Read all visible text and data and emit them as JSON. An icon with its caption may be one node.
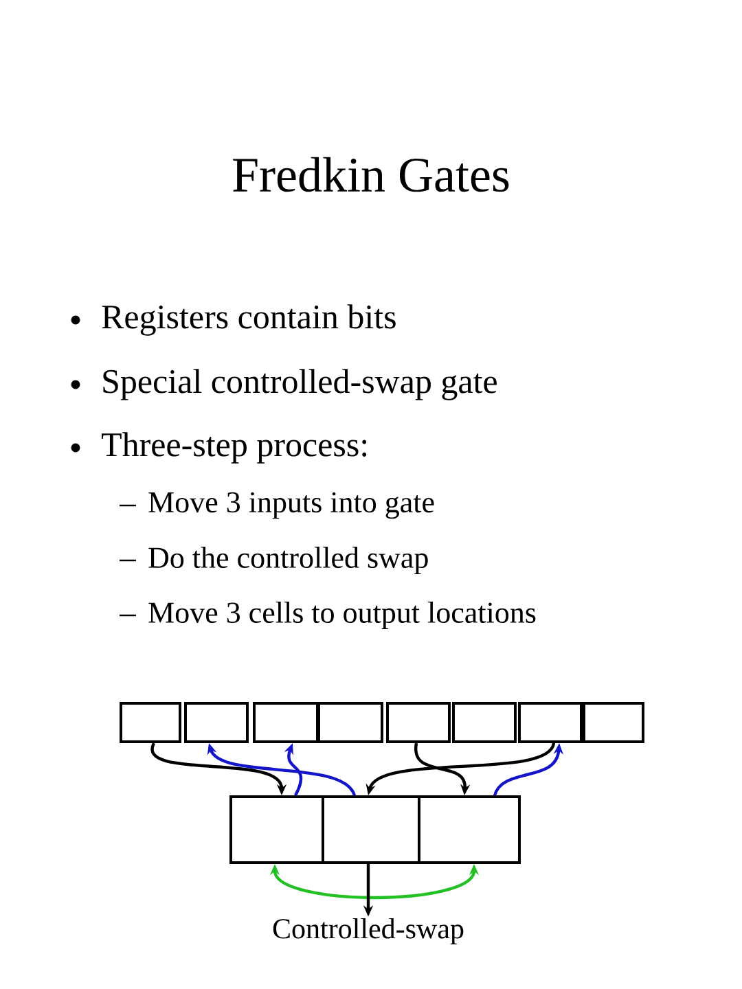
{
  "diagram": {
    "title": "Fredkin Gates",
    "nodes": [
      {
        "text": [],
        "shape": "box"
      },
      {
        "text": [],
        "shape": "box"
      },
      {
        "text": [],
        "shape": "box"
      },
      {
        "text": [],
        "shape": "box"
      },
      {
        "text": [],
        "shape": "box"
      },
      {
        "text": [],
        "shape": "box"
      },
      {
        "text": [],
        "shape": "box"
      },
      {
        "text": [],
        "shape": "box"
      },
      {
        "text": [],
        "shape": "box"
      },
      {
        "text": [],
        "shape": "box"
      },
      {
        "text": [],
        "shape": "box"
      },
      {
        "text": [
          "Controlled-swap"
        ]
      }
    ],
    "edges": [
      {
        "from": 0,
        "to": 8,
        "arrow": "to"
      },
      {
        "from": 8,
        "to": 2,
        "arrow": "to",
        "color": "#1414c8"
      },
      {
        "from": 9,
        "to": 1,
        "arrow": "to",
        "color": "#1414c8"
      },
      {
        "from": 6,
        "to": 9,
        "arrow": "to"
      },
      {
        "from": 4,
        "to": 10,
        "arrow": "to"
      },
      {
        "from": 10,
        "to": 6,
        "arrow": "to",
        "color": "#1414c8"
      },
      {
        "from": 8,
        "to": 10,
        "arrow": "both",
        "color": "#22c022"
      },
      {
        "from": 9,
        "to": 11,
        "arrow": "to"
      }
    ],
    "labels": [
      "Registers contain bits",
      "Special controlled-swap gate",
      "Three-step process:",
      "Move 3 inputs into gate",
      "Do the controlled swap",
      "Move 3 cells to output locations"
    ]
  }
}
